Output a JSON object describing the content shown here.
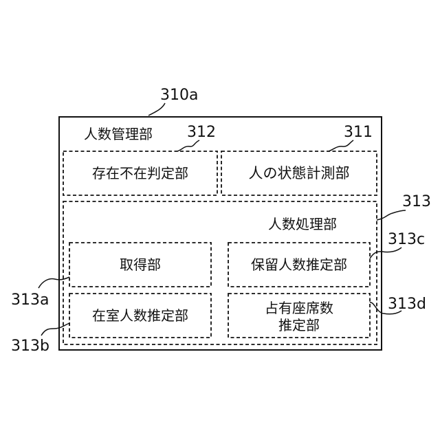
{
  "refs": {
    "outer": "310a",
    "state_measure": "311",
    "presence": "312",
    "processor": "313",
    "acquire": "313a",
    "room_count": "313b",
    "hold_count": "313c",
    "seat_count": "313d"
  },
  "labels": {
    "manager": "人数管理部",
    "presence": "存在不在判定部",
    "state_measure": "人の状態計測部",
    "processor": "人数処理部",
    "acquire": "取得部",
    "hold_count": "保留人数推定部",
    "room_count": "在室人数推定部",
    "seat_count_line1": "占有座席数",
    "seat_count_line2": "推定部"
  }
}
